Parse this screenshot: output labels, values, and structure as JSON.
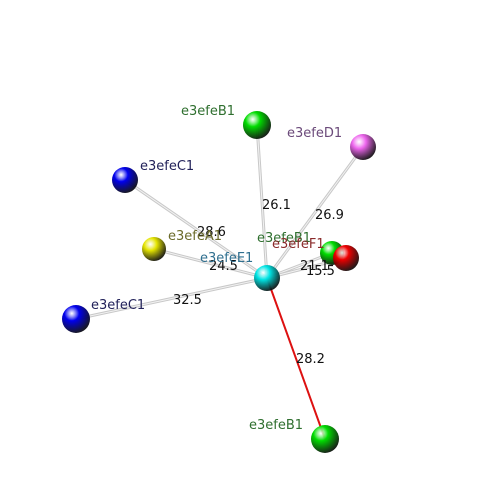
{
  "center": {
    "label": "e3efeE1",
    "color": "#00e5e5",
    "label_color": "#2f6f8f"
  },
  "atoms": [
    {
      "id": "green-top",
      "label": "e3efeB1",
      "color": "#00dd00",
      "label_color": "#2f6f2f",
      "distance": "26.1",
      "bond_color": "#c8c8c8"
    },
    {
      "id": "pink",
      "label": "e3efeD1",
      "color": "#ee66ee",
      "label_color": "#6b4a7a",
      "distance": "26.9",
      "bond_color": "#c8c8c8"
    },
    {
      "id": "blue-upper",
      "label": "e3efeC1",
      "color": "#0000ee",
      "label_color": "#22225a",
      "distance": "28.6",
      "bond_color": "#c8c8c8"
    },
    {
      "id": "yellow",
      "label": "e3efeA1",
      "color": "#e5e500",
      "label_color": "#6b6b2a",
      "distance": "24.5",
      "bond_color": "#c8c8c8"
    },
    {
      "id": "green-right",
      "label": "e3efeB1",
      "color": "#00dd00",
      "label_color": "#2f6f2f",
      "distance": "21.1",
      "bond_color": "#c8c8c8"
    },
    {
      "id": "red",
      "label": "e3efeF1",
      "color": "#ee0000",
      "label_color": "#8a2a2a",
      "distance": "15.5",
      "bond_color": "#c8c8c8"
    },
    {
      "id": "blue-lower",
      "label": "e3efeC1",
      "color": "#0000ee",
      "label_color": "#22225a",
      "distance": "32.5",
      "bond_color": "#c8c8c8"
    },
    {
      "id": "green-bottom",
      "label": "e3efeB1",
      "color": "#00dd00",
      "label_color": "#2f6f2f",
      "distance": "28.2",
      "bond_color": "#dd1111"
    }
  ]
}
